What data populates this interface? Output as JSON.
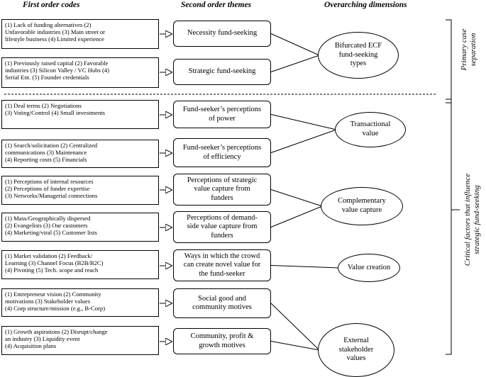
{
  "headers": {
    "first_order": "First order codes",
    "second_order": "Second order themes",
    "overarching": "Overarching dimensions"
  },
  "codes": [
    [
      "(1) Lack of funding alternatives (2)",
      "Unfavorable industries (3) Main street or",
      "lifestyle business (4) Limited experience"
    ],
    [
      "(1) Previously raised capital (2) Favorable",
      "industries (3) Silicon Valley / VC Hubs (4)",
      "Serial Ent. (5) Founder credentials"
    ],
    [
      "(1) Deal terms (2) Negotiations",
      "(3) Voting/Control (4) Small investments"
    ],
    [
      "(1) Search/solicitation (2) Centralized",
      "communications (3) Maintenance",
      "(4) Reporting costs (5) Financials"
    ],
    [
      "(1) Perceptions of internal resources",
      "(2) Perceptions of funder expertise",
      "(3) Networks/Managerial connections"
    ],
    [
      "(1) Mass/Geographically dispersed",
      "(2) Evangelists (3) Our customers",
      "(4) Marketing/viral (5) Customer lists"
    ],
    [
      "(1) Market validation (2) Feedback/",
      "Learning (3) Channel Focus (B2B/B2C)",
      "(4) Pivoting (5) Tech. scope and reach"
    ],
    [
      "(1) Entrepreneur vision (2) Community",
      "motivations (3) Stakeholder values",
      "(4) Corp structure/mission (e.g., B-Corp)"
    ],
    [
      "(1) Growth aspirations (2) Disrupt/change",
      "an industry (3) Liquidity event",
      "(4) Acquisition plans"
    ]
  ],
  "themes": [
    [
      "Necessity fund-seeking"
    ],
    [
      "Strategic fund-seeking"
    ],
    [
      "Fund-seeker’s perceptions",
      "of power"
    ],
    [
      "Fund-seeker’s perceptions",
      "of efficiency"
    ],
    [
      "Perceptions of strategic",
      "value capture from",
      "funders"
    ],
    [
      "Perceptions of demand-",
      "side value capture from",
      "funders"
    ],
    [
      "Ways in which the crowd",
      "can create novel value for",
      "the fund-seeker"
    ],
    [
      "Social good and",
      "community motives"
    ],
    [
      "Community, profit &",
      "growth motives"
    ]
  ],
  "dimensions": [
    [
      "Bifurcated ECF",
      "fund-seeking",
      "types"
    ],
    [
      "Transactional",
      "value"
    ],
    [
      "Complementary",
      "value capture"
    ],
    [
      "Value creation"
    ],
    [
      "External",
      "stakeholder",
      "values"
    ]
  ],
  "side_labels": {
    "primary": [
      "Primary case",
      "separation"
    ],
    "critical": [
      "Critical factors that influence",
      "strategic fund-seeking"
    ]
  }
}
